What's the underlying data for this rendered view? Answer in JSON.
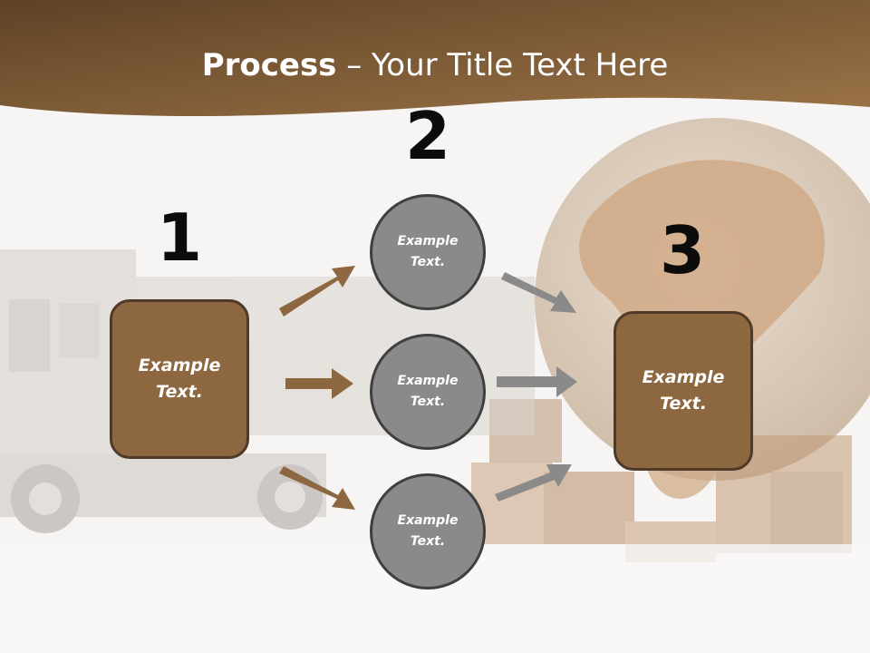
{
  "slide": {
    "title_bold": "Process",
    "title_rest": " – Your Title Text Here",
    "step_numbers": [
      "1",
      "2",
      "3"
    ],
    "left_box_text": "Example\nText.",
    "right_box_text": "Example\nText.",
    "circles": [
      "Example\nText.",
      "Example\nText.",
      "Example\nText."
    ]
  },
  "colors": {
    "header": "#6e4e2e",
    "box_fill": "#8c673f",
    "box_border": "#4e3a27",
    "circle_fill": "#8a8a8a",
    "brown_arrow": "#8c673f",
    "gray_arrow": "#8a8a8a"
  }
}
